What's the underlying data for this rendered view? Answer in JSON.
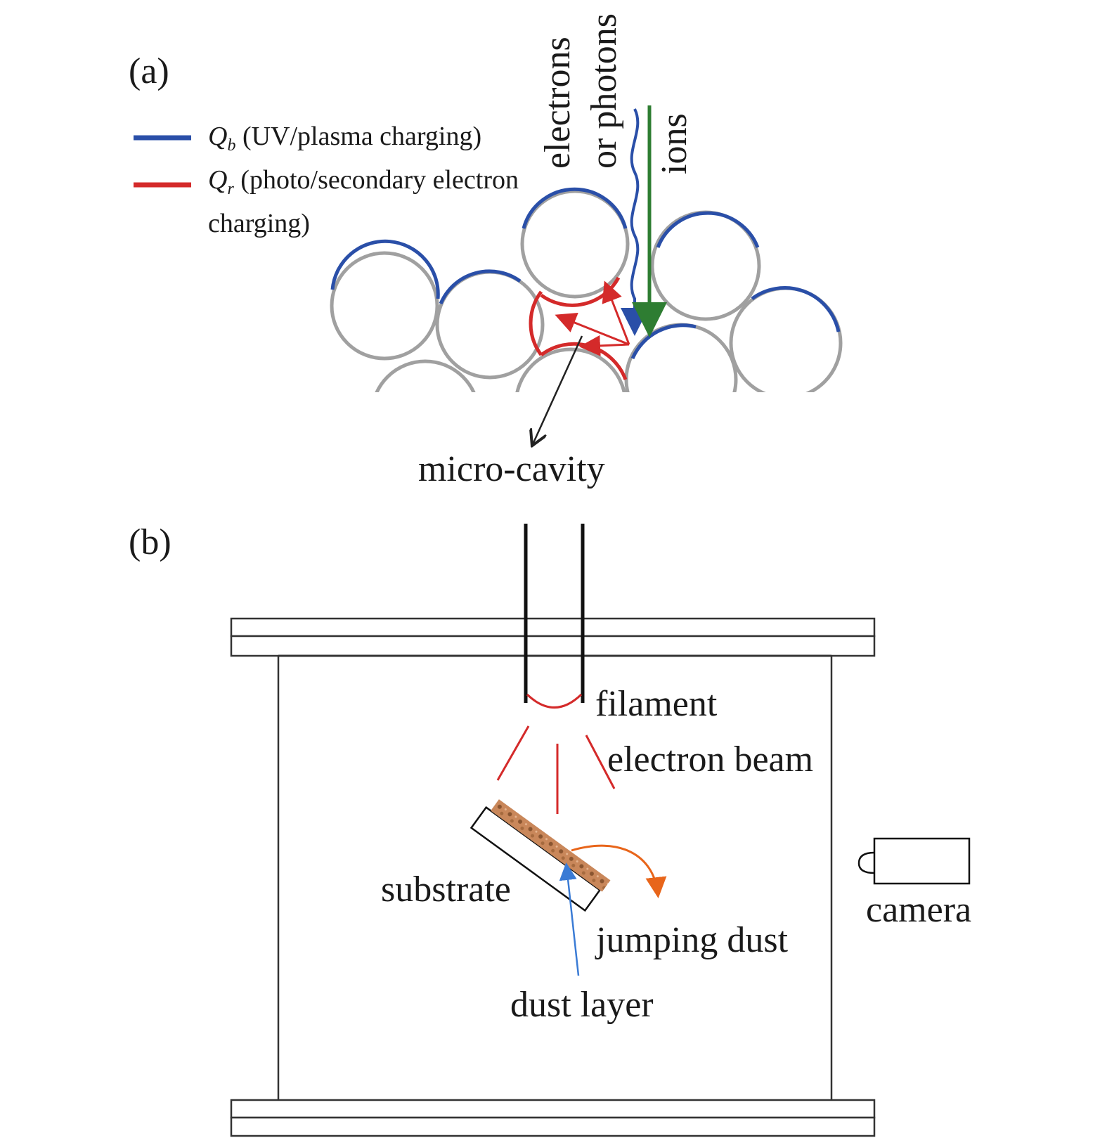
{
  "panel_a": {
    "label": "(a)",
    "legend": {
      "qb": {
        "symbol": "Q",
        "sub": "b",
        "text": " (UV/plasma charging)",
        "color": "#2a4fa8"
      },
      "qr": {
        "symbol": "Q",
        "sub": "r",
        "text": " (photo/secondary electron",
        "text2": "charging)",
        "color": "#d42a2a"
      }
    },
    "incoming_labels": {
      "electrons": "electrons",
      "photons": "or photons",
      "ions": "ions"
    },
    "colors": {
      "grain": "#a0a0a0",
      "electron_arrow": "#2a4fa8",
      "ion_arrow": "#2e7d32",
      "reemitted": "#d42a2a"
    },
    "micro_cavity": "micro-cavity"
  },
  "panel_b": {
    "label": "(b)",
    "filament": "filament",
    "electron_beam": "electron beam",
    "substrate": "substrate",
    "jumping_dust": "jumping dust",
    "dust_layer": "dust layer",
    "camera": "camera",
    "colors": {
      "beam": "#d42a2a",
      "jump_arrow": "#e8651a",
      "dust_arrow": "#3a7bd5",
      "dust": "#c9875a"
    }
  }
}
